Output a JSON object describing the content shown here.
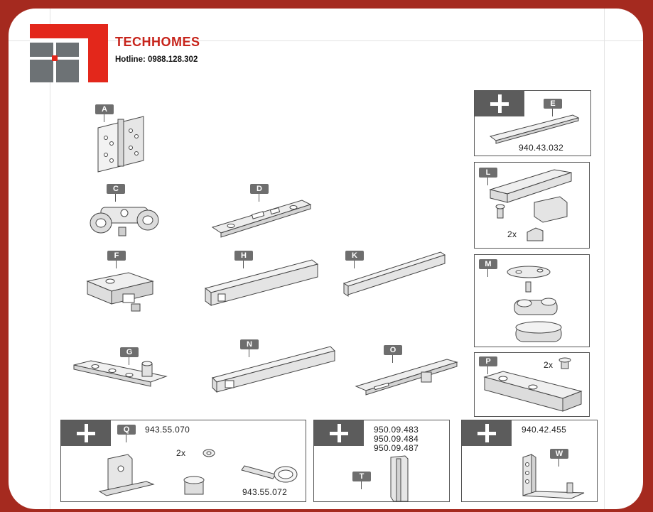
{
  "brand": {
    "name": "TECHHOMES",
    "hotline": "Hotline: 0988.128.302"
  },
  "labels": {
    "A": "A",
    "C": "C",
    "D": "D",
    "F": "F",
    "H": "H",
    "K": "K",
    "G": "G",
    "N": "N",
    "O": "O",
    "E": "E",
    "L": "L",
    "M": "M",
    "P": "P",
    "Q": "Q",
    "T": "T",
    "W": "W"
  },
  "codes": {
    "e": "940.43.032",
    "p_qty": "2x",
    "l_qty": "2x",
    "q_main": "943.55.070",
    "q_qty": "2x",
    "q_key": "943.55.072",
    "t_1": "950.09.483",
    "t_2": "950.09.484",
    "t_3": "950.09.487",
    "w": "940.42.455"
  },
  "colors": {
    "frame": "#a52a1f",
    "brand_red": "#c7241b",
    "panel_gray": "#5c5c5c"
  }
}
